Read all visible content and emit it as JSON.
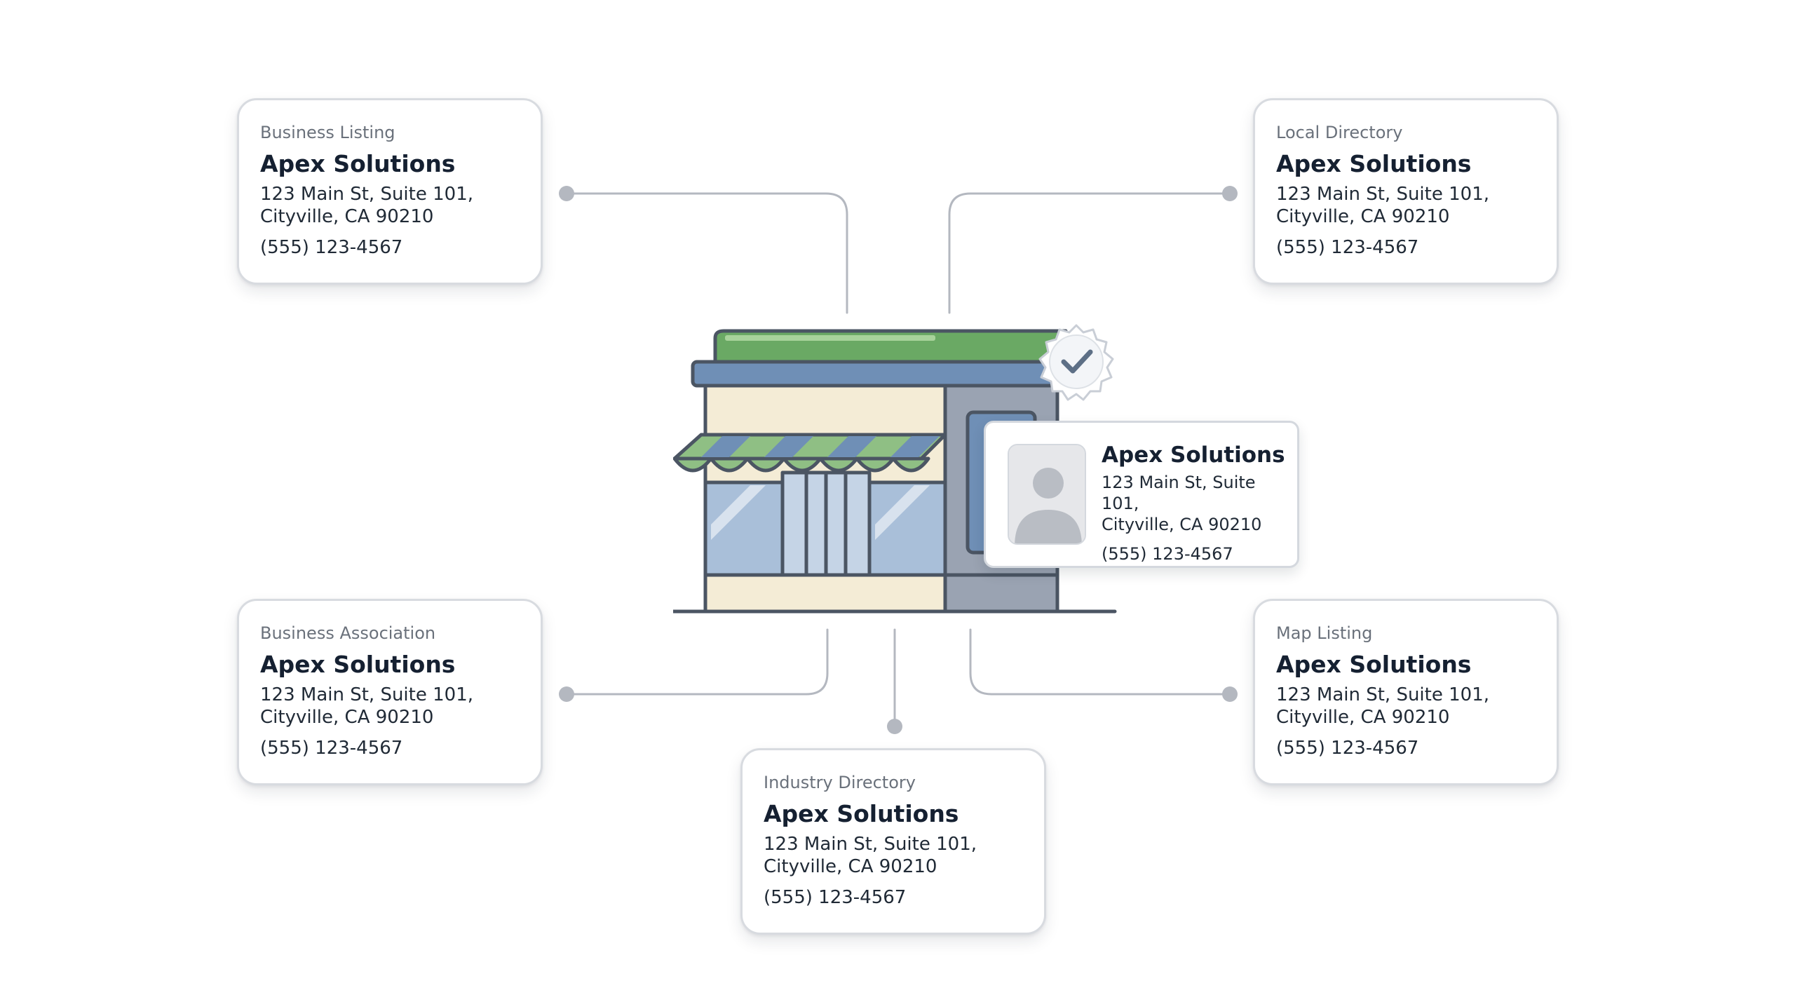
{
  "colors": {
    "connector": "#b4b8c0",
    "card_border": "#d8dbe0",
    "roof_green": "#6aa964",
    "awning_blue": "#6f8fb6",
    "wall_cream": "#f4ecd6",
    "outline": "#4b5563",
    "window_blue": "#a9bfd9"
  },
  "icons": {
    "storefront": "storefront-icon",
    "verified": "checkmark-badge-icon",
    "avatar": "person-avatar-icon"
  },
  "cards": [
    {
      "category": "Business Listing",
      "name": "Apex Solutions",
      "address": "123 Main St, Suite 101,\nCityville, CA 90210",
      "phone": "(555) 123-4567"
    },
    {
      "category": "Local Directory",
      "name": "Apex Solutions",
      "address": "123 Main St, Suite 101,\nCityville, CA 90210",
      "phone": "(555) 123-4567"
    },
    {
      "category": "Business Association",
      "name": "Apex Solutions",
      "address": "123 Main St, Suite 101,\nCityville, CA 90210",
      "phone": "(555) 123-4567"
    },
    {
      "category": "Map Listing",
      "name": "Apex Solutions",
      "address": "123 Main St, Suite 101,\nCityville, CA 90210",
      "phone": "(555) 123-4567"
    },
    {
      "category": "Industry Directory",
      "name": "Apex Solutions",
      "address": "123 Main St, Suite 101,\nCityville, CA 90210",
      "phone": "(555) 123-4567"
    }
  ],
  "profile": {
    "name": "Apex Solutions",
    "address": "123 Main St, Suite 101,\nCityville, CA 90210",
    "phone": "(555) 123-4567"
  }
}
